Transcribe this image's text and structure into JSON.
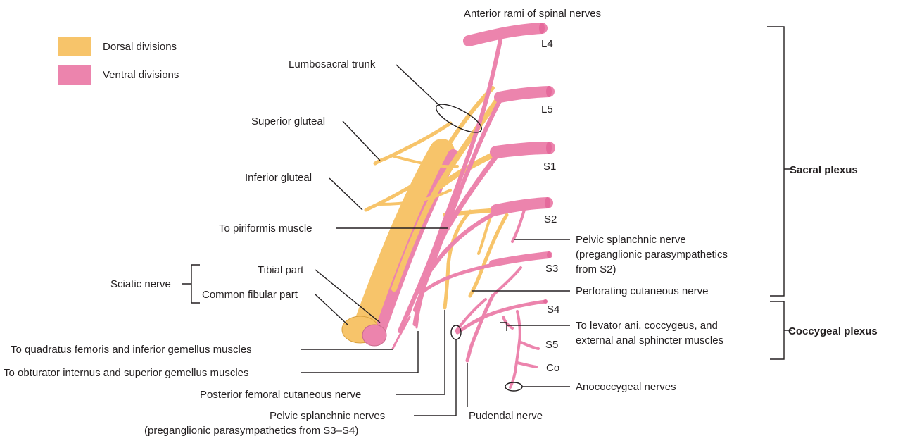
{
  "colors": {
    "dorsal": "#f7c46a",
    "ventral": "#ec84ad",
    "ink": "#231f20"
  },
  "legend": {
    "dorsal": "Dorsal divisions",
    "ventral": "Ventral divisions"
  },
  "roots": {
    "header": "Anterior rami of spinal nerves",
    "L4": "L4",
    "L5": "L5",
    "S1": "S1",
    "S2": "S2",
    "S3": "S3",
    "S4": "S4",
    "S5": "S5",
    "Co": "Co"
  },
  "labels": {
    "lumbosacral_trunk": "Lumbosacral trunk",
    "superior_gluteal": "Superior gluteal",
    "inferior_gluteal": "Inferior gluteal",
    "to_piriformis": "To piriformis muscle",
    "pelvic_splanchnic_1": "Pelvic splanchnic nerve",
    "pelvic_splanchnic_2": "(preganglionic parasympathetics",
    "pelvic_splanchnic_3": "from S2)",
    "sciatic_nerve": "Sciatic nerve",
    "tibial_part": "Tibial part",
    "common_fibular_part": "Common fibular part",
    "perforating_cutaneous": "Perforating cutaneous nerve",
    "to_levator_1": "To levator ani, coccygeus, and",
    "to_levator_2": "external anal sphincter muscles",
    "to_quadratus": "To quadratus femoris and inferior gemellus muscles",
    "to_obturator": "To obturator internus and superior gemellus muscles",
    "posterior_femoral": "Posterior femoral cutaneous nerve",
    "pelvic_splanchnics_1": "Pelvic splanchnic nerves",
    "pelvic_splanchnics_2": "(preganglionic parasympathetics from S3–S4)",
    "pudendal": "Pudendal nerve",
    "anococcygeal": "Anococcygeal nerves"
  },
  "brackets": {
    "sacral_plexus": "Sacral plexus",
    "coccygeal_plexus": "Coccygeal plexus"
  }
}
